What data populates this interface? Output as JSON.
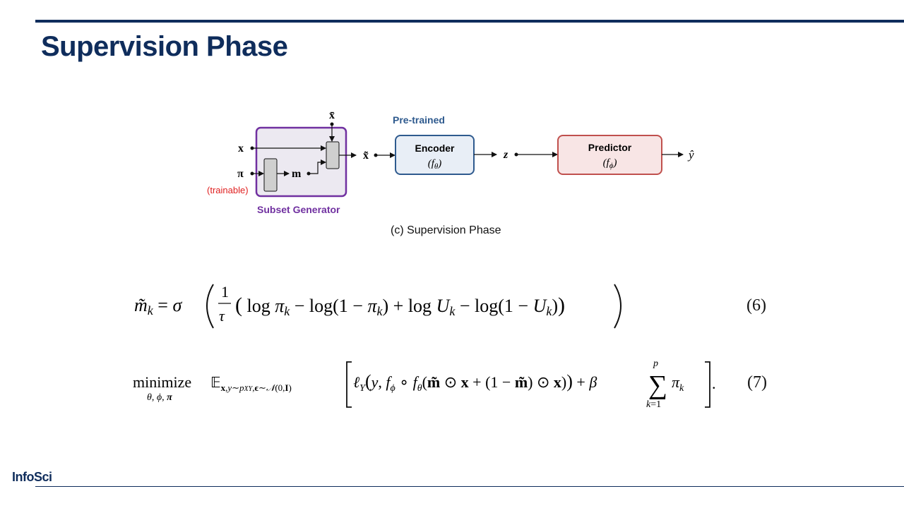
{
  "slide": {
    "title": "Supervision Phase",
    "caption": "(c) Supervision Phase",
    "brand": "InfoSci"
  },
  "diagram": {
    "inputs": {
      "x": "x",
      "pi": "π",
      "x_bar": "x̄",
      "trainable": "(trainable)",
      "m": "m"
    },
    "subset_generator": "Subset Generator",
    "x_tilde": "x̃",
    "pretrained_label": "Pre-trained",
    "encoder": {
      "name": "Encoder",
      "fn": "(f",
      "sub": "θ",
      "close": ")"
    },
    "z": "z",
    "predictor": {
      "name": "Predictor",
      "fn": "(f",
      "sub": "ϕ",
      "close": ")"
    },
    "output": "ŷ",
    "colors": {
      "purple": "#7030a0",
      "blue": "#2e5a8e",
      "red": "#c0504d",
      "trainable_red": "#e02020",
      "navy": "#0f2d5c"
    }
  },
  "equations": {
    "eq6": {
      "number": "(6)"
    },
    "eq7": {
      "number": "(7)"
    }
  }
}
